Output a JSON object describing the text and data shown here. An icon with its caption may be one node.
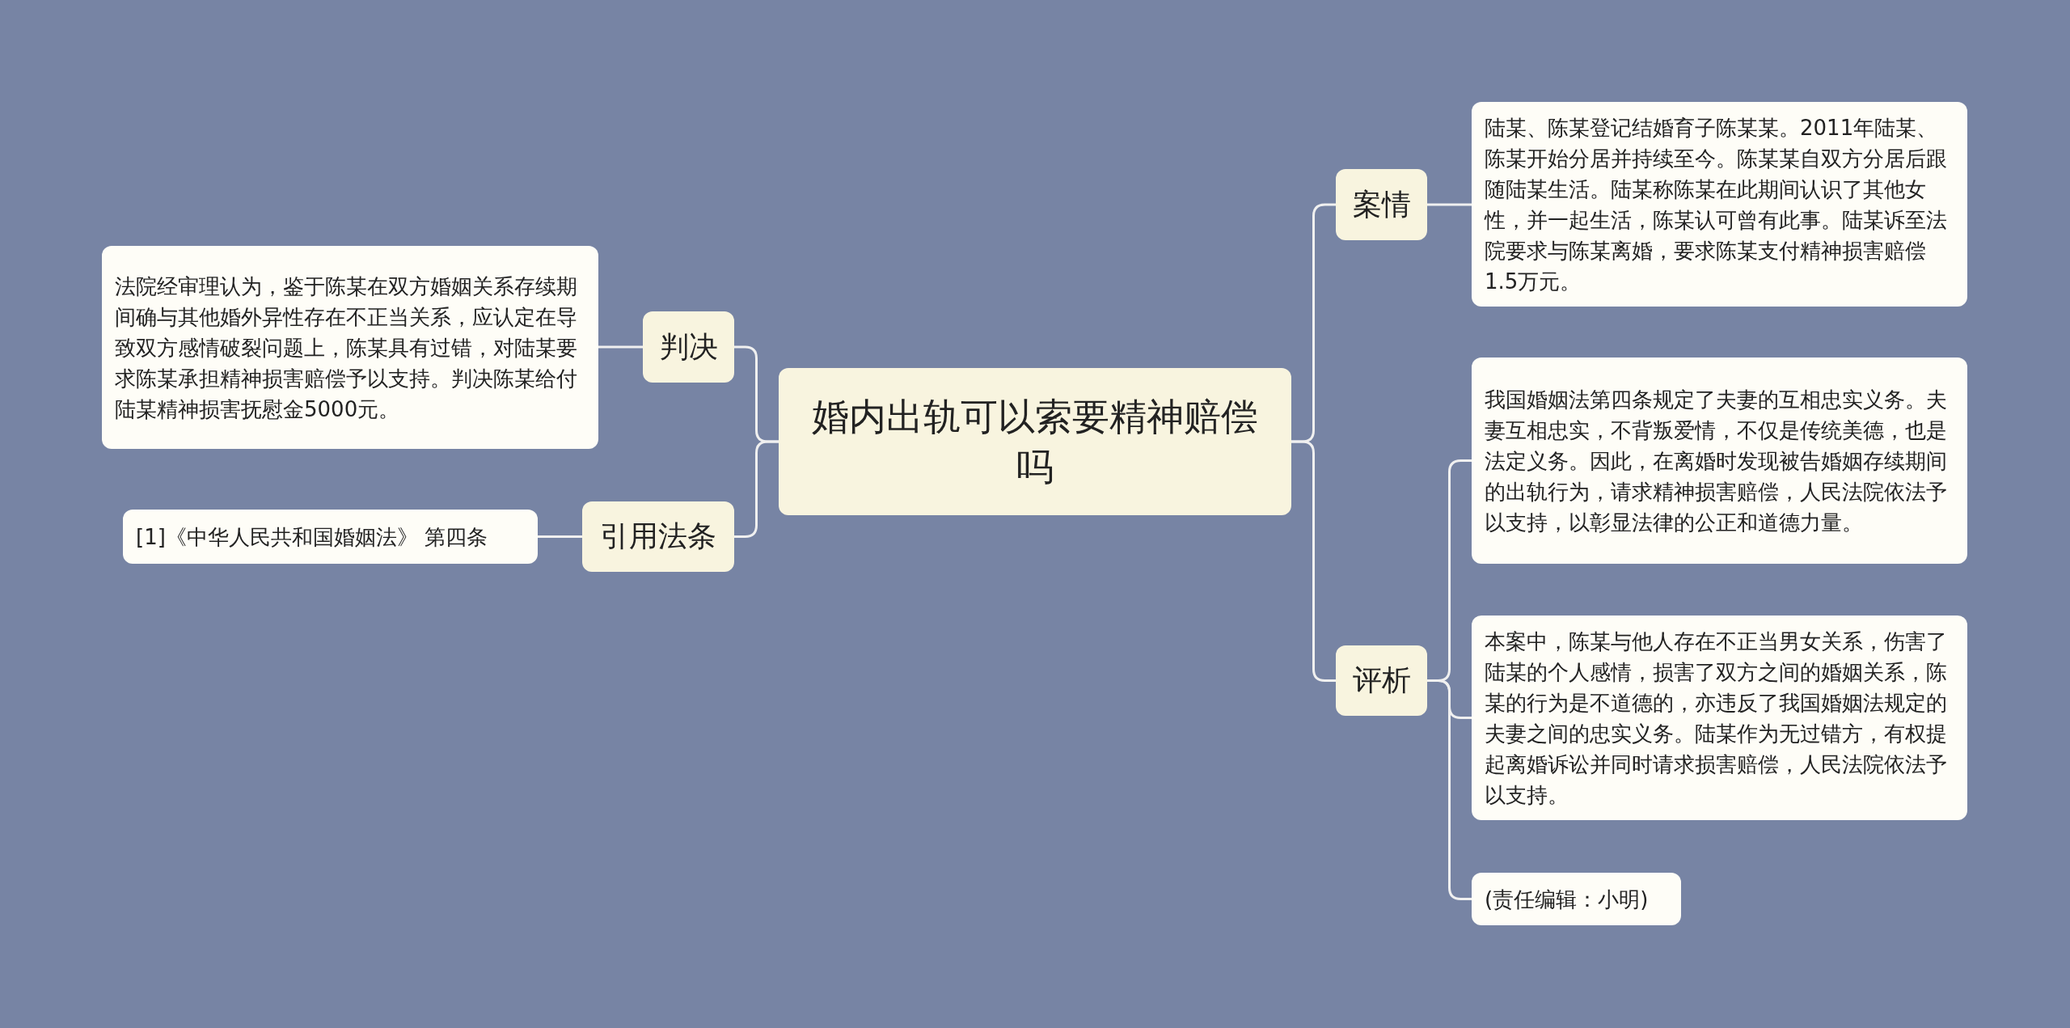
{
  "diagram": {
    "nodes": [
      {
        "text": [
          "婚内出轨可以索要精神赔偿吗"
        ]
      },
      {
        "text": [
          "判决"
        ]
      },
      {
        "text": [
          "法院经审理认为，鉴于陈某在双方婚姻关系存续期间确与其他婚外异性存在不正当关系，应认定在导致双方感情破裂问题上，陈某具有过错，对陆某要求陈某承担精神损害赔偿予以支持。判决陈某给付陆某精神损害抚慰金5000元。"
        ]
      },
      {
        "text": [
          "引用法条"
        ]
      },
      {
        "text": [
          "[1]《中华人民共和国婚姻法》 第四条"
        ]
      },
      {
        "text": [
          "案情"
        ]
      },
      {
        "text": [
          "陆某、陈某登记结婚育子陈某某。2011年陆某、陈某开始分居并持续至今。陈某某自双方分居后跟随陆某生活。陆某称陈某在此期间认识了其他女性，并一起生活，陈某认可曾有此事。陆某诉至法院要求与陈某离婚，要求陈某支付精神损害赔偿1.5万元。"
        ]
      },
      {
        "text": [
          "评析"
        ]
      },
      {
        "text": [
          "我国婚姻法第四条规定了夫妻的互相忠实义务。夫妻互相忠实，不背叛爱情，不仅是传统美德，也是法定义务。因此，在离婚时发现被告婚姻存续期间的出轨行为，请求精神损害赔偿，人民法院依法予以支持，以彰显法律的公正和道德力量。"
        ]
      },
      {
        "text": [
          "本案中，陈某与他人存在不正当男女关系，伤害了陆某的个人感情，损害了双方之间的婚姻关系，陈某的行为是不道德的，亦违反了我国婚姻法规定的夫妻之间的忠实义务。陆某作为无过错方，有权提起离婚诉讼并同时请求损害赔偿，人民法院依法予以支持。"
        ]
      },
      {
        "text": [
          "(责任编辑：小明)"
        ]
      }
    ],
    "edges": [
      {
        "from": 0,
        "to": 1,
        "arrow": "none"
      },
      {
        "from": 1,
        "to": 2,
        "arrow": "none"
      },
      {
        "from": 0,
        "to": 3,
        "arrow": "none"
      },
      {
        "from": 3,
        "to": 4,
        "arrow": "none"
      },
      {
        "from": 0,
        "to": 5,
        "arrow": "none"
      },
      {
        "from": 5,
        "to": 6,
        "arrow": "none"
      },
      {
        "from": 0,
        "to": 7,
        "arrow": "none"
      },
      {
        "from": 7,
        "to": 8,
        "arrow": "none"
      },
      {
        "from": 7,
        "to": 9,
        "arrow": "none"
      },
      {
        "from": 7,
        "to": 10,
        "arrow": "none"
      }
    ]
  }
}
